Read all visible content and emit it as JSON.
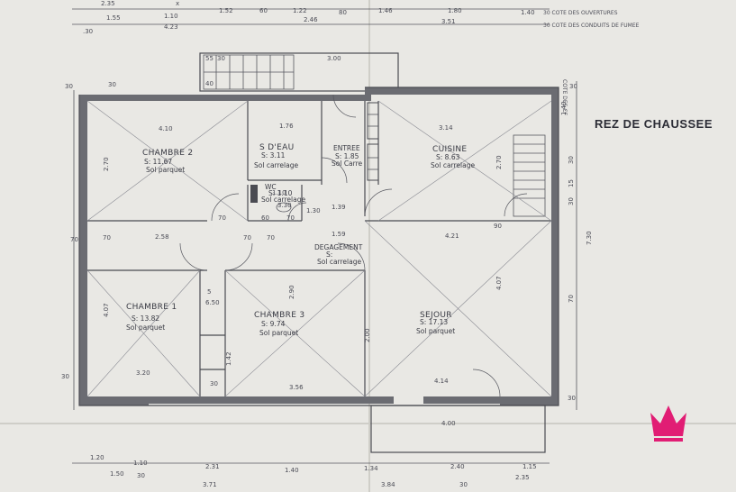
{
  "title": "REZ DE CHAUSSEE",
  "legend": {
    "openings": "30 COTE DES OUVERTURES",
    "flues": "30 COTE DES CONDUITS DE FUMEE"
  },
  "side_note": "COTE DES CF",
  "rooms": {
    "chambre2": {
      "name": "CHAMBRE 2",
      "area": "S: 11.67",
      "floor": "Sol parquet"
    },
    "sdeau": {
      "name": "S D'EAU",
      "area": "S: 3.11",
      "floor": "Sol carrelage"
    },
    "entree": {
      "name": "ENTREE",
      "area": "S: 1.85",
      "floor": "Sol Carre"
    },
    "cuisine": {
      "name": "CUISINE",
      "area": "S: 8.63",
      "floor": "Sol carrelage"
    },
    "wc": {
      "name": "WC",
      "area": "S: 1.10",
      "floor": "Sol carrelage"
    },
    "degagement": {
      "name": "DEGAGEMENT",
      "area": "S:",
      "floor": "Sol carrelage"
    },
    "chambre1": {
      "name": "CHAMBRE 1",
      "area": "S: 13.82",
      "floor": "Sol parquet"
    },
    "chambre3": {
      "name": "CHAMBRE 3",
      "area": "S: 9.74",
      "floor": "Sol parquet"
    },
    "sejour": {
      "name": "SEJOUR",
      "area": "S: 17.13",
      "floor": "Sol parquet"
    }
  },
  "dims": {
    "top_row1": [
      "2.35",
      "x",
      "1.52",
      "60",
      "1.22",
      "80",
      "1.46",
      "1.80",
      "1.40"
    ],
    "top_row2": [
      "1.55",
      "1.10",
      "2.46",
      "3.51"
    ],
    "top_row3": [
      ".30",
      "4.23"
    ],
    "stair": [
      "55",
      "30",
      "40",
      "3.00"
    ],
    "inner": [
      "4.10",
      "1.76",
      "3.14",
      "2.70",
      "2.70",
      "3.30",
      "1.10",
      "1.30",
      "70",
      "60",
      "70",
      "1.39",
      "2.58",
      "4.21",
      "70",
      "90",
      "1.59",
      "70",
      "70",
      "2.90",
      "4.07",
      "4.07",
      "3.20",
      "3.56",
      "4.14",
      "2.00",
      "1.42",
      "6.50",
      "5",
      "30",
      "4.00"
    ],
    "right": [
      "1.40",
      "7.30",
      "30",
      "15",
      "30",
      "70",
      "30",
      "30"
    ],
    "left": [
      "30",
      "30",
      "70",
      "30"
    ],
    "bottom_row1": [
      "1.20",
      "1.10",
      "2.31",
      "1.40",
      "1.34",
      "2.40",
      "1.15"
    ],
    "bottom_row2": [
      "1.50",
      "30",
      "3.71",
      "3.84",
      "30",
      "2.35"
    ]
  }
}
